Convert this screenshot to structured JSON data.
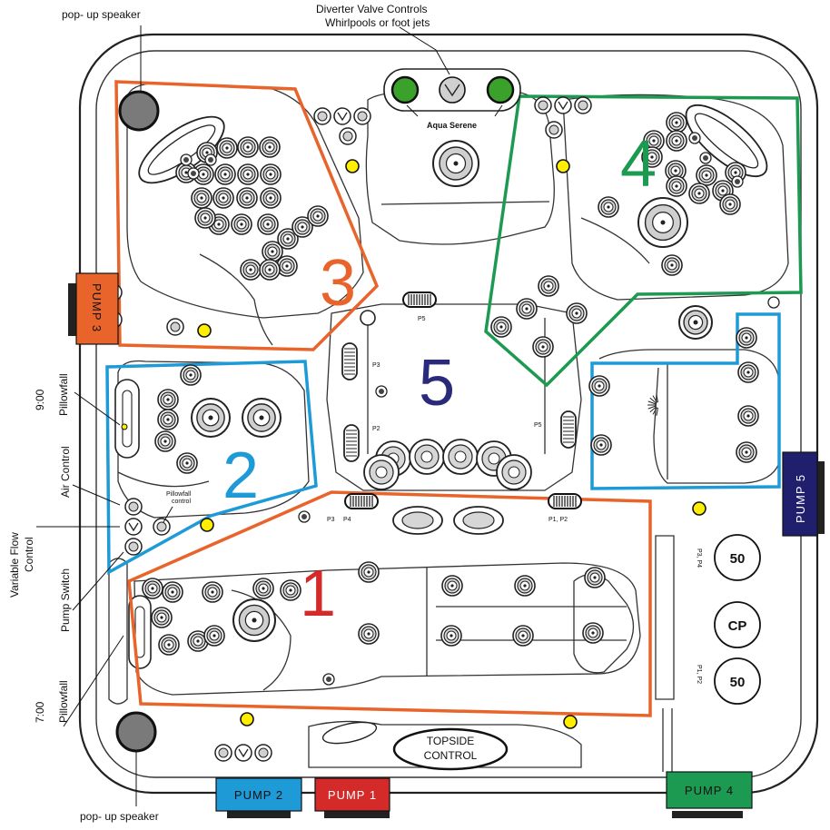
{
  "labels": {
    "speaker_top": "pop- up speaker",
    "speaker_bottom": "pop- up speaker",
    "diverter_line1": "Diverter Valve Controls",
    "diverter_line2": "Whirlpools or foot jets",
    "aqua_serene": "Aqua Serene",
    "pillowfall_900_time": "9:00",
    "pillowfall_900": "Pillowfall",
    "air_control": "Air Control",
    "variable_flow_1": "Variable Flow",
    "variable_flow_2": "Control",
    "pump_switch": "Pump Switch",
    "pillowfall_700_time": "7:00",
    "pillowfall_700": "Pillowfall",
    "pillowfall_control_1": "Pillowfall",
    "pillowfall_control_2": "control",
    "topside_1": "TOPSIDE",
    "topside_2": "CONTROL"
  },
  "pumps": {
    "pump1": "PUMP 1",
    "pump2": "PUMP 2",
    "pump3": "PUMP 3",
    "pump4": "PUMP 4",
    "pump5": "PUMP 5"
  },
  "zones": {
    "z1": "1",
    "z2": "2",
    "z3": "3",
    "z4": "4",
    "z5": "5"
  },
  "pump_tags": {
    "p5": "P5",
    "p3_left": "P3",
    "p2_left": "P2",
    "p5_right": "P5",
    "p3_bottom": "P3",
    "p4_bottom": "P4",
    "p1p2_bottom": "P1, P2",
    "p3p4_breaker": "P3, P4",
    "p1p2_breaker": "P1, P2"
  },
  "breakers": {
    "top": "50",
    "cp": "CP",
    "bottom": "50"
  },
  "colors": {
    "orange": "#e8642a",
    "blue": "#1e9ad6",
    "green": "#1d9a52",
    "red": "#d42a2a",
    "navy": "#1f1f6e",
    "zone5": "#2a2a7a",
    "light": "#ffee00",
    "jet_green": "#3aa12a",
    "speaker": "#7a7a7a"
  }
}
